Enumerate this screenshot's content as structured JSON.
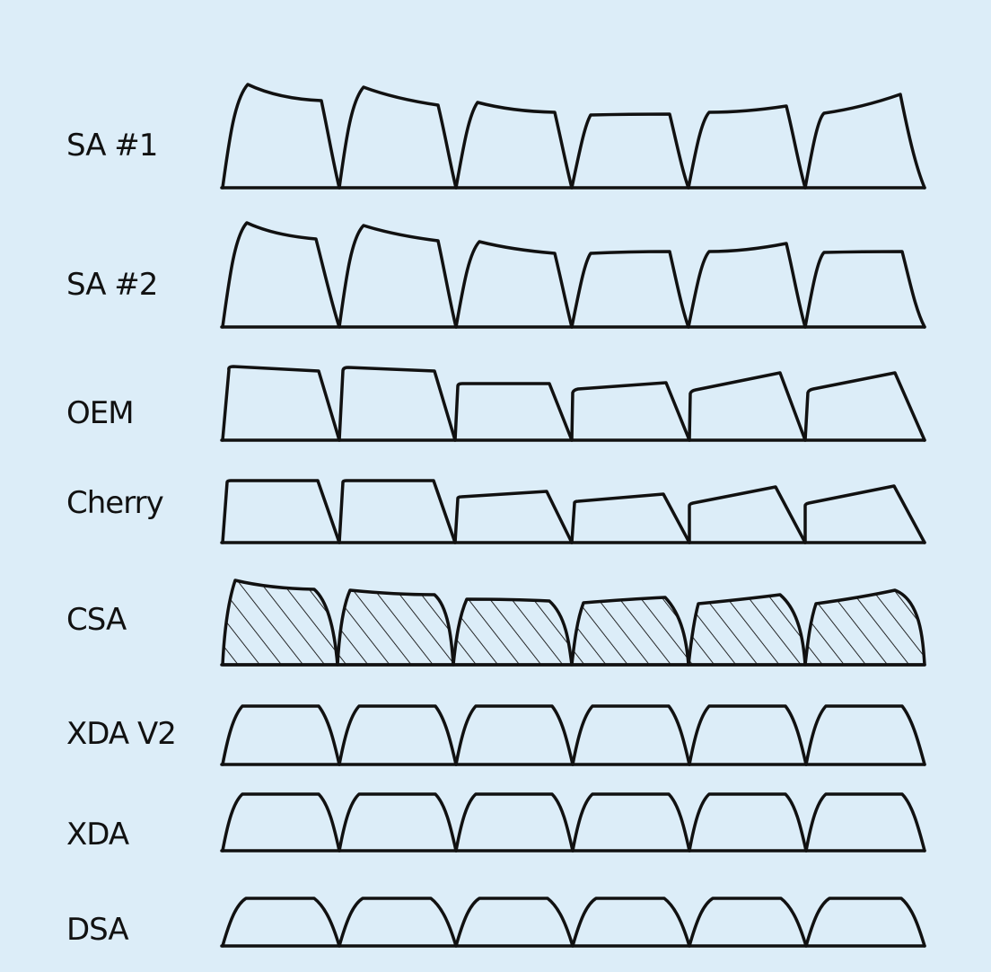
{
  "background_color": "#dcedf8",
  "line_color": "#111111",
  "rows": [
    {
      "label": "SA #1",
      "profile": "spherical, tall, sculpted",
      "hatched": false
    },
    {
      "label": "SA #2",
      "profile": "spherical, tall, sculpted",
      "hatched": false
    },
    {
      "label": "OEM",
      "profile": "cylindrical, sculpted",
      "hatched": false
    },
    {
      "label": "Cherry",
      "profile": "cylindrical, sculpted, low",
      "hatched": false
    },
    {
      "label": "CSA",
      "profile": "spherical, sculpted",
      "hatched": true
    },
    {
      "label": "XDA V2",
      "profile": "uniform",
      "hatched": false
    },
    {
      "label": "XDA",
      "profile": "uniform",
      "hatched": false
    },
    {
      "label": "DSA",
      "profile": "uniform",
      "hatched": false
    }
  ],
  "keys_per_row": 6
}
